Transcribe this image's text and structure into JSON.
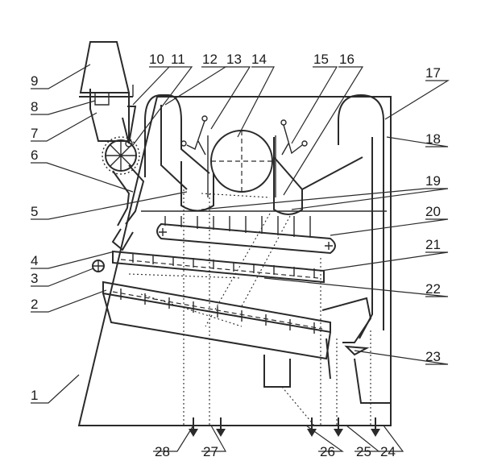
{
  "callouts": [
    {
      "id": "c1",
      "label": "1"
    },
    {
      "id": "c2",
      "label": "2"
    },
    {
      "id": "c3",
      "label": "3"
    },
    {
      "id": "c4",
      "label": "4"
    },
    {
      "id": "c5",
      "label": "5"
    },
    {
      "id": "c6",
      "label": "6"
    },
    {
      "id": "c7",
      "label": "7"
    },
    {
      "id": "c8",
      "label": "8"
    },
    {
      "id": "c9",
      "label": "9"
    },
    {
      "id": "c10",
      "label": "10"
    },
    {
      "id": "c11",
      "label": "11"
    },
    {
      "id": "c12",
      "label": "12"
    },
    {
      "id": "c13",
      "label": "13"
    },
    {
      "id": "c14",
      "label": "14"
    },
    {
      "id": "c15",
      "label": "15"
    },
    {
      "id": "c16",
      "label": "16"
    },
    {
      "id": "c17",
      "label": "17"
    },
    {
      "id": "c18",
      "label": "18"
    },
    {
      "id": "c19",
      "label": "19"
    },
    {
      "id": "c20",
      "label": "20"
    },
    {
      "id": "c21",
      "label": "21"
    },
    {
      "id": "c22",
      "label": "22"
    },
    {
      "id": "c23",
      "label": "23"
    },
    {
      "id": "c24",
      "label": "24"
    },
    {
      "id": "c25",
      "label": "25"
    },
    {
      "id": "c26",
      "label": "26"
    },
    {
      "id": "c27",
      "label": "27"
    },
    {
      "id": "c28",
      "label": "28"
    }
  ],
  "colors": {
    "ink": "#2a2a2a",
    "paper": "#ffffff"
  }
}
